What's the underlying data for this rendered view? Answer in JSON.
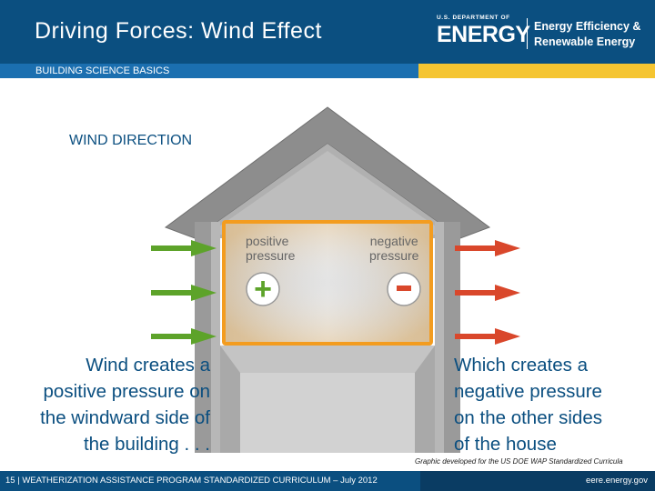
{
  "header": {
    "title": "Driving Forces: Wind Effect",
    "logo_small": "U.S. DEPARTMENT OF",
    "logo_main": "ENERGY",
    "logo_line1": "Energy Efficiency &",
    "logo_line2": "Renewable Energy"
  },
  "subheader": "BUILDING SCIENCE BASICS",
  "diagram": {
    "wind_direction": "WIND DIRECTION",
    "positive_label_1": "positive",
    "positive_label_2": "pressure",
    "negative_label_1": "negative",
    "negative_label_2": "pressure",
    "plus_symbol": "+",
    "minus_symbol": "-"
  },
  "captions": {
    "left": [
      "Wind creates a",
      "positive pressure on",
      "the windward side of",
      "the building . . ."
    ],
    "right": [
      "Which creates a",
      "negative pressure",
      "on the other sides",
      "of the house"
    ]
  },
  "credit": "Graphic developed for the US DOE WAP Standardized Curricula",
  "footer": {
    "text": "15 | WEATHERIZATION ASSISTANCE PROGRAM STANDARDIZED CURRICULUM – July 2012",
    "url": "eere.energy.gov"
  },
  "colors": {
    "header_blue": "#0b4f80",
    "accent_yellow": "#f5c531",
    "green_arrow": "#5da32a",
    "red_arrow": "#d9472b",
    "orange_highlight": "#f39c1f"
  }
}
